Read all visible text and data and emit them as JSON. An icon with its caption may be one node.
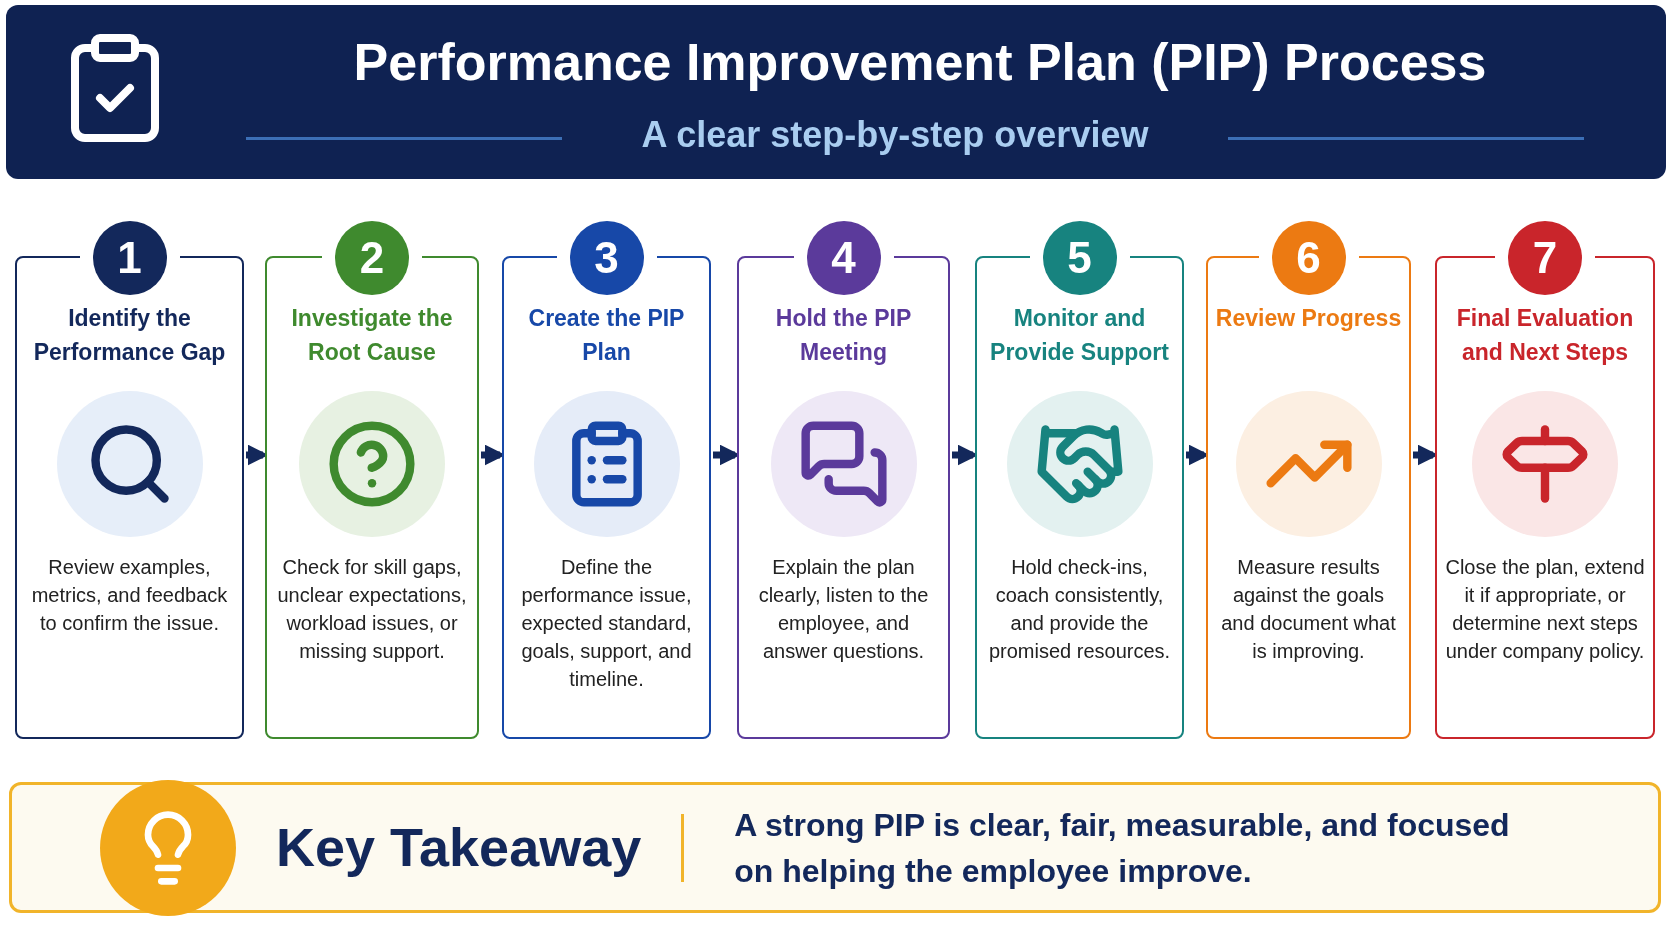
{
  "diagram": {
    "title": "Performance Improvement Plan (PIP) Process",
    "nodes": [
      {
        "text": [
          "1",
          "Identify the Performance Gap",
          "Review examples, metrics, and feedback to confirm the issue."
        ]
      },
      {
        "text": [
          "2",
          "Investigate the Root Cause",
          "Check for skill gaps, unclear expectations, workload issues, or missing support."
        ]
      },
      {
        "text": [
          "3",
          "Create the PIP Plan",
          "Define the performance issue, expected standard, goals, support, and timeline."
        ]
      },
      {
        "text": [
          "4",
          "Hold the PIP Meeting",
          "Explain the plan clearly, listen to the employee, and answer questions."
        ]
      },
      {
        "text": [
          "5",
          "Monitor and Provide Support",
          "Hold check-ins, coach consistently, and provide the promised resources."
        ]
      },
      {
        "text": [
          "6",
          "Review Progress",
          "Measure results against the goals and document what is improving."
        ]
      },
      {
        "text": [
          "7",
          "Final Evaluation and Next Steps",
          "Close the plan, extend it if appropriate, or determine next steps under company policy."
        ]
      },
      {
        "text": [
          "Key Takeaway",
          "A strong PIP is clear, fair, measurable, and focused on helping the employee improve."
        ]
      }
    ],
    "edges": [
      {
        "from": 0,
        "to": 1,
        "arrow": "to"
      },
      {
        "from": 1,
        "to": 2,
        "arrow": "to"
      },
      {
        "from": 2,
        "to": 3,
        "arrow": "to"
      },
      {
        "from": 3,
        "to": 4,
        "arrow": "to"
      },
      {
        "from": 4,
        "to": 5,
        "arrow": "to"
      },
      {
        "from": 5,
        "to": 6,
        "arrow": "to"
      }
    ],
    "labels": [
      "A clear step-by-step overview"
    ]
  }
}
